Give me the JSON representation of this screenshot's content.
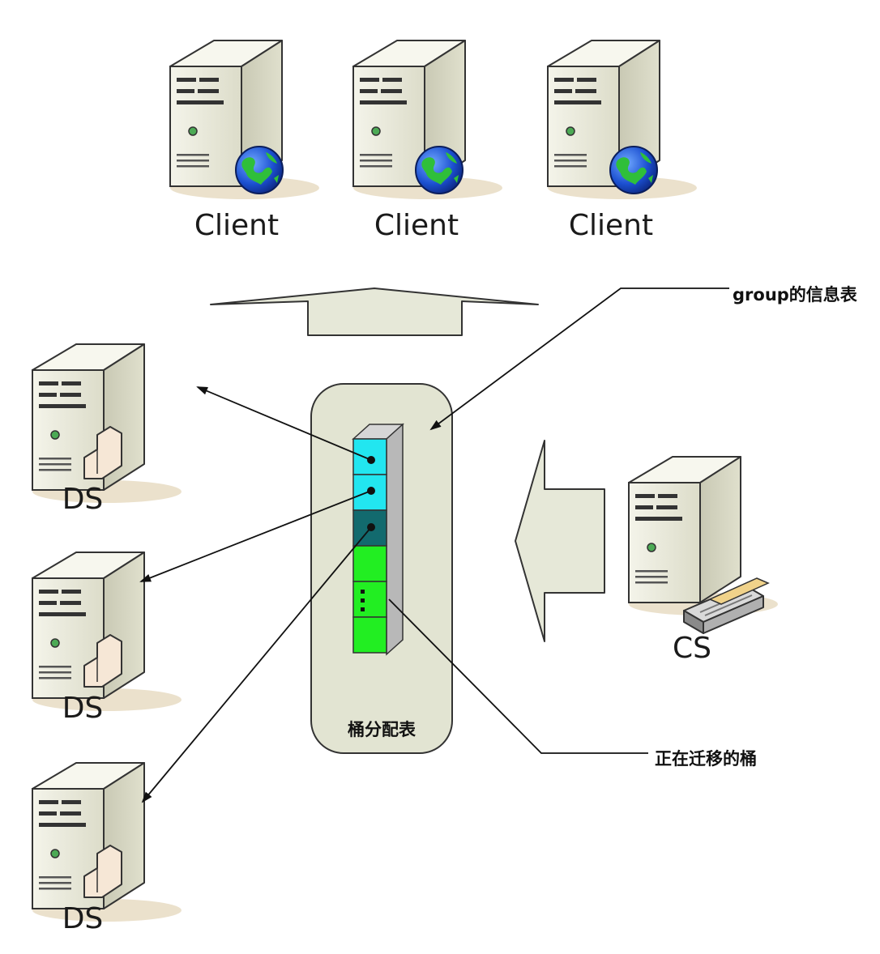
{
  "clients": [
    {
      "label": "Client",
      "icon": "server-globe-icon"
    },
    {
      "label": "Client",
      "icon": "server-globe-icon"
    },
    {
      "label": "Client",
      "icon": "server-globe-icon"
    }
  ],
  "data_servers": [
    {
      "label": "DS",
      "icon": "server-folder-icon"
    },
    {
      "label": "DS",
      "icon": "server-folder-icon"
    },
    {
      "label": "DS",
      "icon": "server-folder-icon"
    }
  ],
  "config_server": {
    "label": "CS",
    "icon": "server-tape-icon"
  },
  "bucket_table": {
    "caption": "桶分配表",
    "cells": [
      {
        "state": "active",
        "color": "#22e6f0"
      },
      {
        "state": "active",
        "color": "#22e6f0"
      },
      {
        "state": "migrating",
        "color": "#126a6e"
      },
      {
        "state": "normal",
        "color": "#22ee22"
      },
      {
        "state": "normal",
        "color": "#22ee22",
        "ellipsis": true
      },
      {
        "state": "normal",
        "color": "#22ee22"
      }
    ]
  },
  "callouts": {
    "group_info": "group的信息表",
    "migrating_bucket": "正在迁移的桶"
  },
  "colors": {
    "panel_fill": "#e2e4d2",
    "panel_stroke": "#333333",
    "arrow_fill": "#e6e8d8"
  }
}
